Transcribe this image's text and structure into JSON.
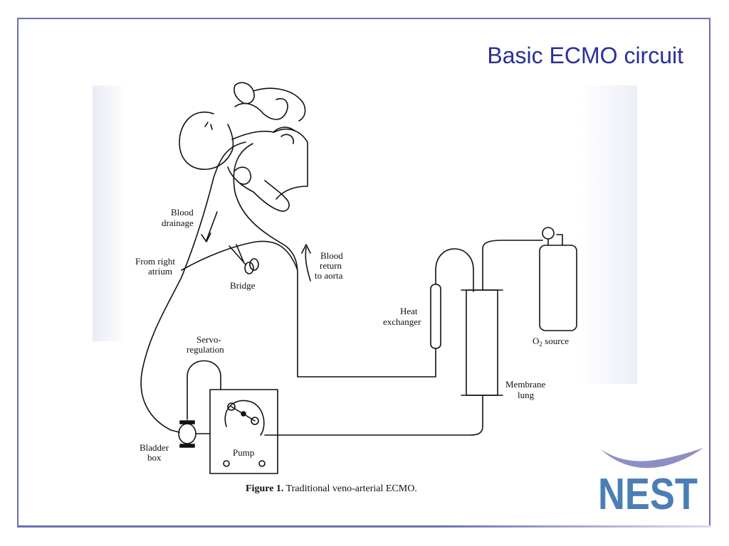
{
  "slide": {
    "title": "Basic ECMO circuit"
  },
  "diagram": {
    "labels": {
      "blood_drainage": [
        "Blood",
        "drainage"
      ],
      "from_right_atrium": [
        "From right",
        "atrium"
      ],
      "bridge": "Bridge",
      "blood_return": [
        "Blood",
        "return",
        "to aorta"
      ],
      "heat_exchanger": [
        "Heat",
        "exchanger"
      ],
      "o2_source_main": "O",
      "o2_source_sub": "2",
      "o2_source_rest": " source",
      "servo_regulation": [
        "Servo-",
        "regulation"
      ],
      "membrane_lung": [
        "Membrane",
        "lung"
      ],
      "bladder_box": [
        "Bladder",
        "box"
      ],
      "pump": "Pump"
    },
    "caption": {
      "prefix": "Figure 1.",
      "text": " Traditional veno-arterial ECMO."
    }
  },
  "logo": {
    "text": "NEST",
    "colors": {
      "primary": "#4a7fb5",
      "accent": "#8d8fc4"
    }
  }
}
